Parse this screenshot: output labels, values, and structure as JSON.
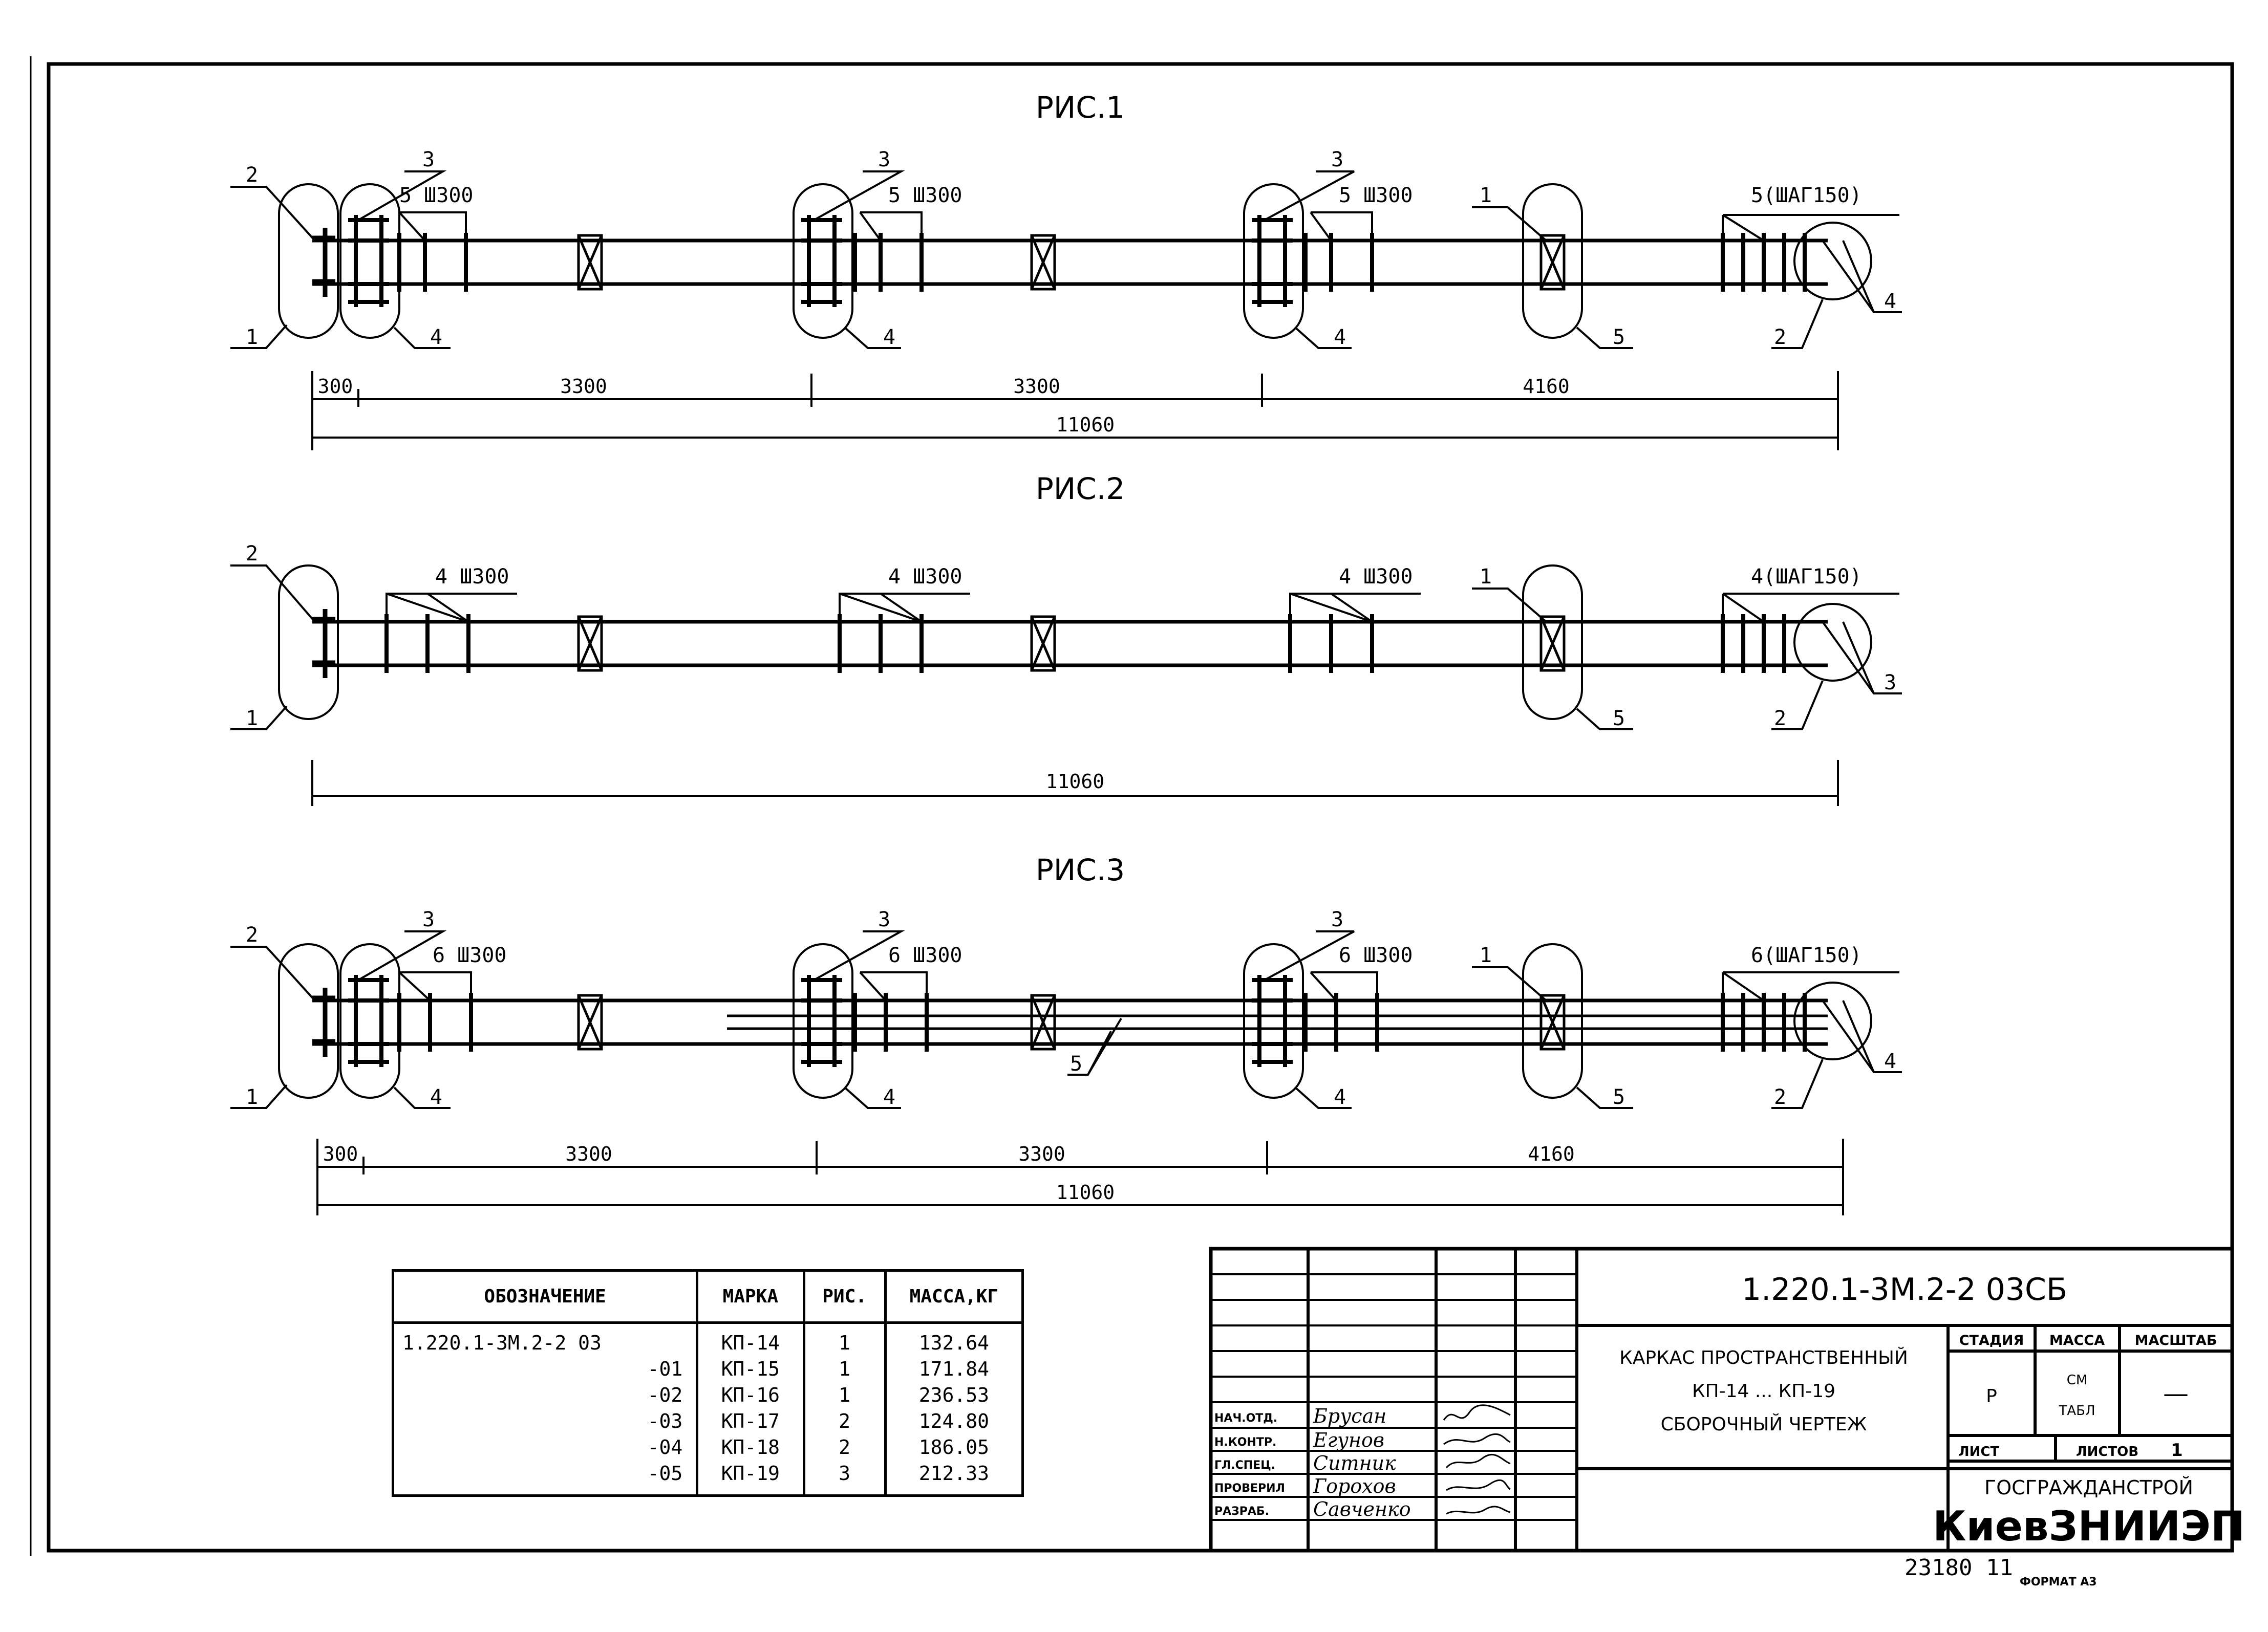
{
  "figures": [
    {
      "title": "РИС.1",
      "callouts": {
        "left_top": "2",
        "left_bottom": "1",
        "c3_a": "3",
        "c4_a": "4",
        "c3_b": "3",
        "c4_b": "4",
        "c3_c": "3",
        "c4_c": "4",
        "c1_right": "1",
        "c5_right": "5",
        "c2_end": "2",
        "c4_end": "4"
      },
      "stirrup_labels": [
        "5 Ш300",
        "5 Ш300",
        "5 Ш300",
        "5(ШАГ150)"
      ],
      "dims": [
        "300",
        "3300",
        "3300",
        "4160"
      ],
      "total": "11060"
    },
    {
      "title": "РИС.2",
      "callouts": {
        "left_top": "2",
        "left_bottom": "1",
        "c1_right": "1",
        "c5_right": "5",
        "c2_end": "2",
        "c3_end": "3"
      },
      "stirrup_labels": [
        "4 Ш300",
        "4 Ш300",
        "4 Ш300",
        "4(ШАГ150)"
      ],
      "total": "11060"
    },
    {
      "title": "РИС.3",
      "callouts": {
        "left_top": "2",
        "left_bottom": "1",
        "c3_a": "3",
        "c4_a": "4",
        "c3_b": "3",
        "c4_b": "4",
        "c3_c": "3",
        "c4_c": "4",
        "c1_right": "1",
        "c5_right": "5",
        "c5_mid": "5",
        "c2_end": "2",
        "c4_end": "4"
      },
      "stirrup_labels": [
        "6 Ш300",
        "6 Ш300",
        "6 Ш300",
        "6(ШАГ150)"
      ],
      "dims": [
        "300",
        "3300",
        "3300",
        "4160"
      ],
      "total": "11060"
    }
  ],
  "spec_table": {
    "headers": [
      "ОБОЗНАЧЕНИЕ",
      "МАРКА",
      "РИС.",
      "МАССА,КГ"
    ],
    "rows": [
      {
        "designation": "1.220.1-3М.2-2 03",
        "mark": "КП-14",
        "fig": "1",
        "mass": "132.64"
      },
      {
        "designation": "-01",
        "mark": "КП-15",
        "fig": "1",
        "mass": "171.84"
      },
      {
        "designation": "-02",
        "mark": "КП-16",
        "fig": "1",
        "mass": "236.53"
      },
      {
        "designation": "-03",
        "mark": "КП-17",
        "fig": "2",
        "mass": "124.80"
      },
      {
        "designation": "-04",
        "mark": "КП-18",
        "fig": "2",
        "mass": "186.05"
      },
      {
        "designation": "-05",
        "mark": "КП-19",
        "fig": "3",
        "mass": "212.33"
      }
    ]
  },
  "title_block": {
    "doc_code": "1.220.1-3М.2-2 03СБ",
    "name_line1": "КАРКАС ПРОСТРАНСТВЕННЫЙ",
    "name_line2": "КП-14 ...     КП-19",
    "name_line3": "СБОРОЧНЫЙ ЧЕРТЕЖ",
    "stage_label": "СТАДИЯ",
    "mass_label": "МАССА",
    "scale_label": "МАСШТАБ",
    "stage_value": "Р",
    "mass_value_1": "СМ",
    "mass_value_2": "ТАБЛ",
    "scale_value": "—",
    "sheet_label": "ЛИСТ",
    "sheets_label": "ЛИСТОВ",
    "sheets_value": "1",
    "org_line1": "ГОСГРАЖДАНСТРОЙ",
    "org_line2": "КиевЗНИИЭП",
    "signatures": [
      {
        "role": "НАЧ.ОТД.",
        "name": "Брусан"
      },
      {
        "role": "Н.КОНТР.",
        "name": "Егунов"
      },
      {
        "role": "ГЛ.СПЕЦ.",
        "name": "Ситник"
      },
      {
        "role": "ПРОВЕРИЛ",
        "name": "Горохов"
      },
      {
        "role": "РАЗРАБ.",
        "name": "Савченко"
      }
    ]
  },
  "footer": {
    "number": "23180 11",
    "format": "ФОРМАТ А3"
  }
}
